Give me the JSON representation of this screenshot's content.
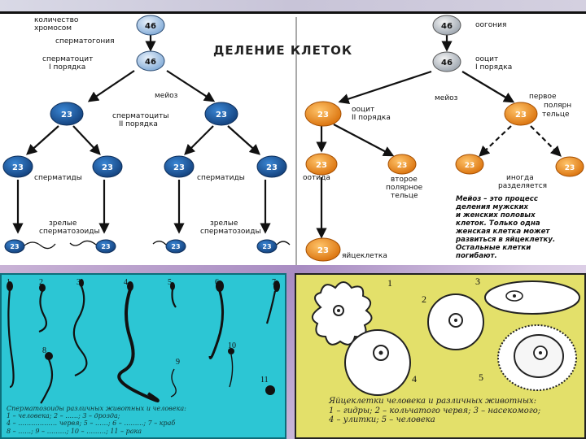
{
  "title": "ДЕЛЕНИЕ КЛЕТОК",
  "labels": {
    "chromosome_count_1": "количество",
    "chromosome_count_2": "хромосом",
    "spermatogonia": "сперматогония",
    "oogonia": "оогония",
    "spermatocyte_1": "сперматоцит",
    "spermatocyte_2": "I порядка",
    "oocyte1_1": "ооцит",
    "oocyte1_2": "I порядка",
    "meiosis": "мейоз",
    "spermatocytes2_1": "сперматоциты",
    "spermatocytes2_2": "II порядка",
    "oocyte2_1": "ооцит",
    "oocyte2_2": "II порядка",
    "polar1_1": "первое",
    "polar1_2": "полярн",
    "polar1_3": "тельце",
    "spermatids": "сперматиды",
    "ootid": "оотида",
    "polar2_1": "второе",
    "polar2_2": "полярное",
    "polar2_3": "тельце",
    "sometimes_1": "иногда",
    "sometimes_2": "разделяется",
    "mature_1": "зрелые",
    "mature_2": "сперматозоиды",
    "egg": "яйцеклетка",
    "chr_46": "46",
    "chr_23": "23"
  },
  "note": [
    "Мейоз – это процесс",
    "деления мужских",
    "и женских половых",
    "клеток. Только одна",
    "женская клетка может",
    "развиться в яйцеклетку.",
    "Остальные клетки",
    "погибают."
  ],
  "sperm_panel": {
    "numbers": [
      "1",
      "2",
      "3",
      "4",
      "5",
      "6",
      "7",
      "8",
      "9",
      "10",
      "11"
    ],
    "caption": [
      "Сперматозоиды различных животных и человека:",
      "1 – человека; 2 – ……; 3 – дрозда;",
      "4 – ……………… червя; 5 – ……; 6 – ………; 7 – краб",
      "8 – ……; 9 – ………; 10 – ………; 11 – рака"
    ]
  },
  "egg_panel": {
    "numbers": [
      "1",
      "2",
      "3",
      "4",
      "5"
    ],
    "caption": [
      "Яйцеклетки человека и различных животных:",
      "1 – гидры; 2 – кольчатого червя; 3 – насекомого;",
      "4 – улитки; 5 – человека"
    ]
  },
  "colors": {
    "male_cell": "#1f5fa8",
    "male_cell_light": "#9fc2e6",
    "female_cell": "#f29318",
    "sperm_panel_bg": "#2cc6d4",
    "egg_panel_bg": "#e3e06a"
  }
}
